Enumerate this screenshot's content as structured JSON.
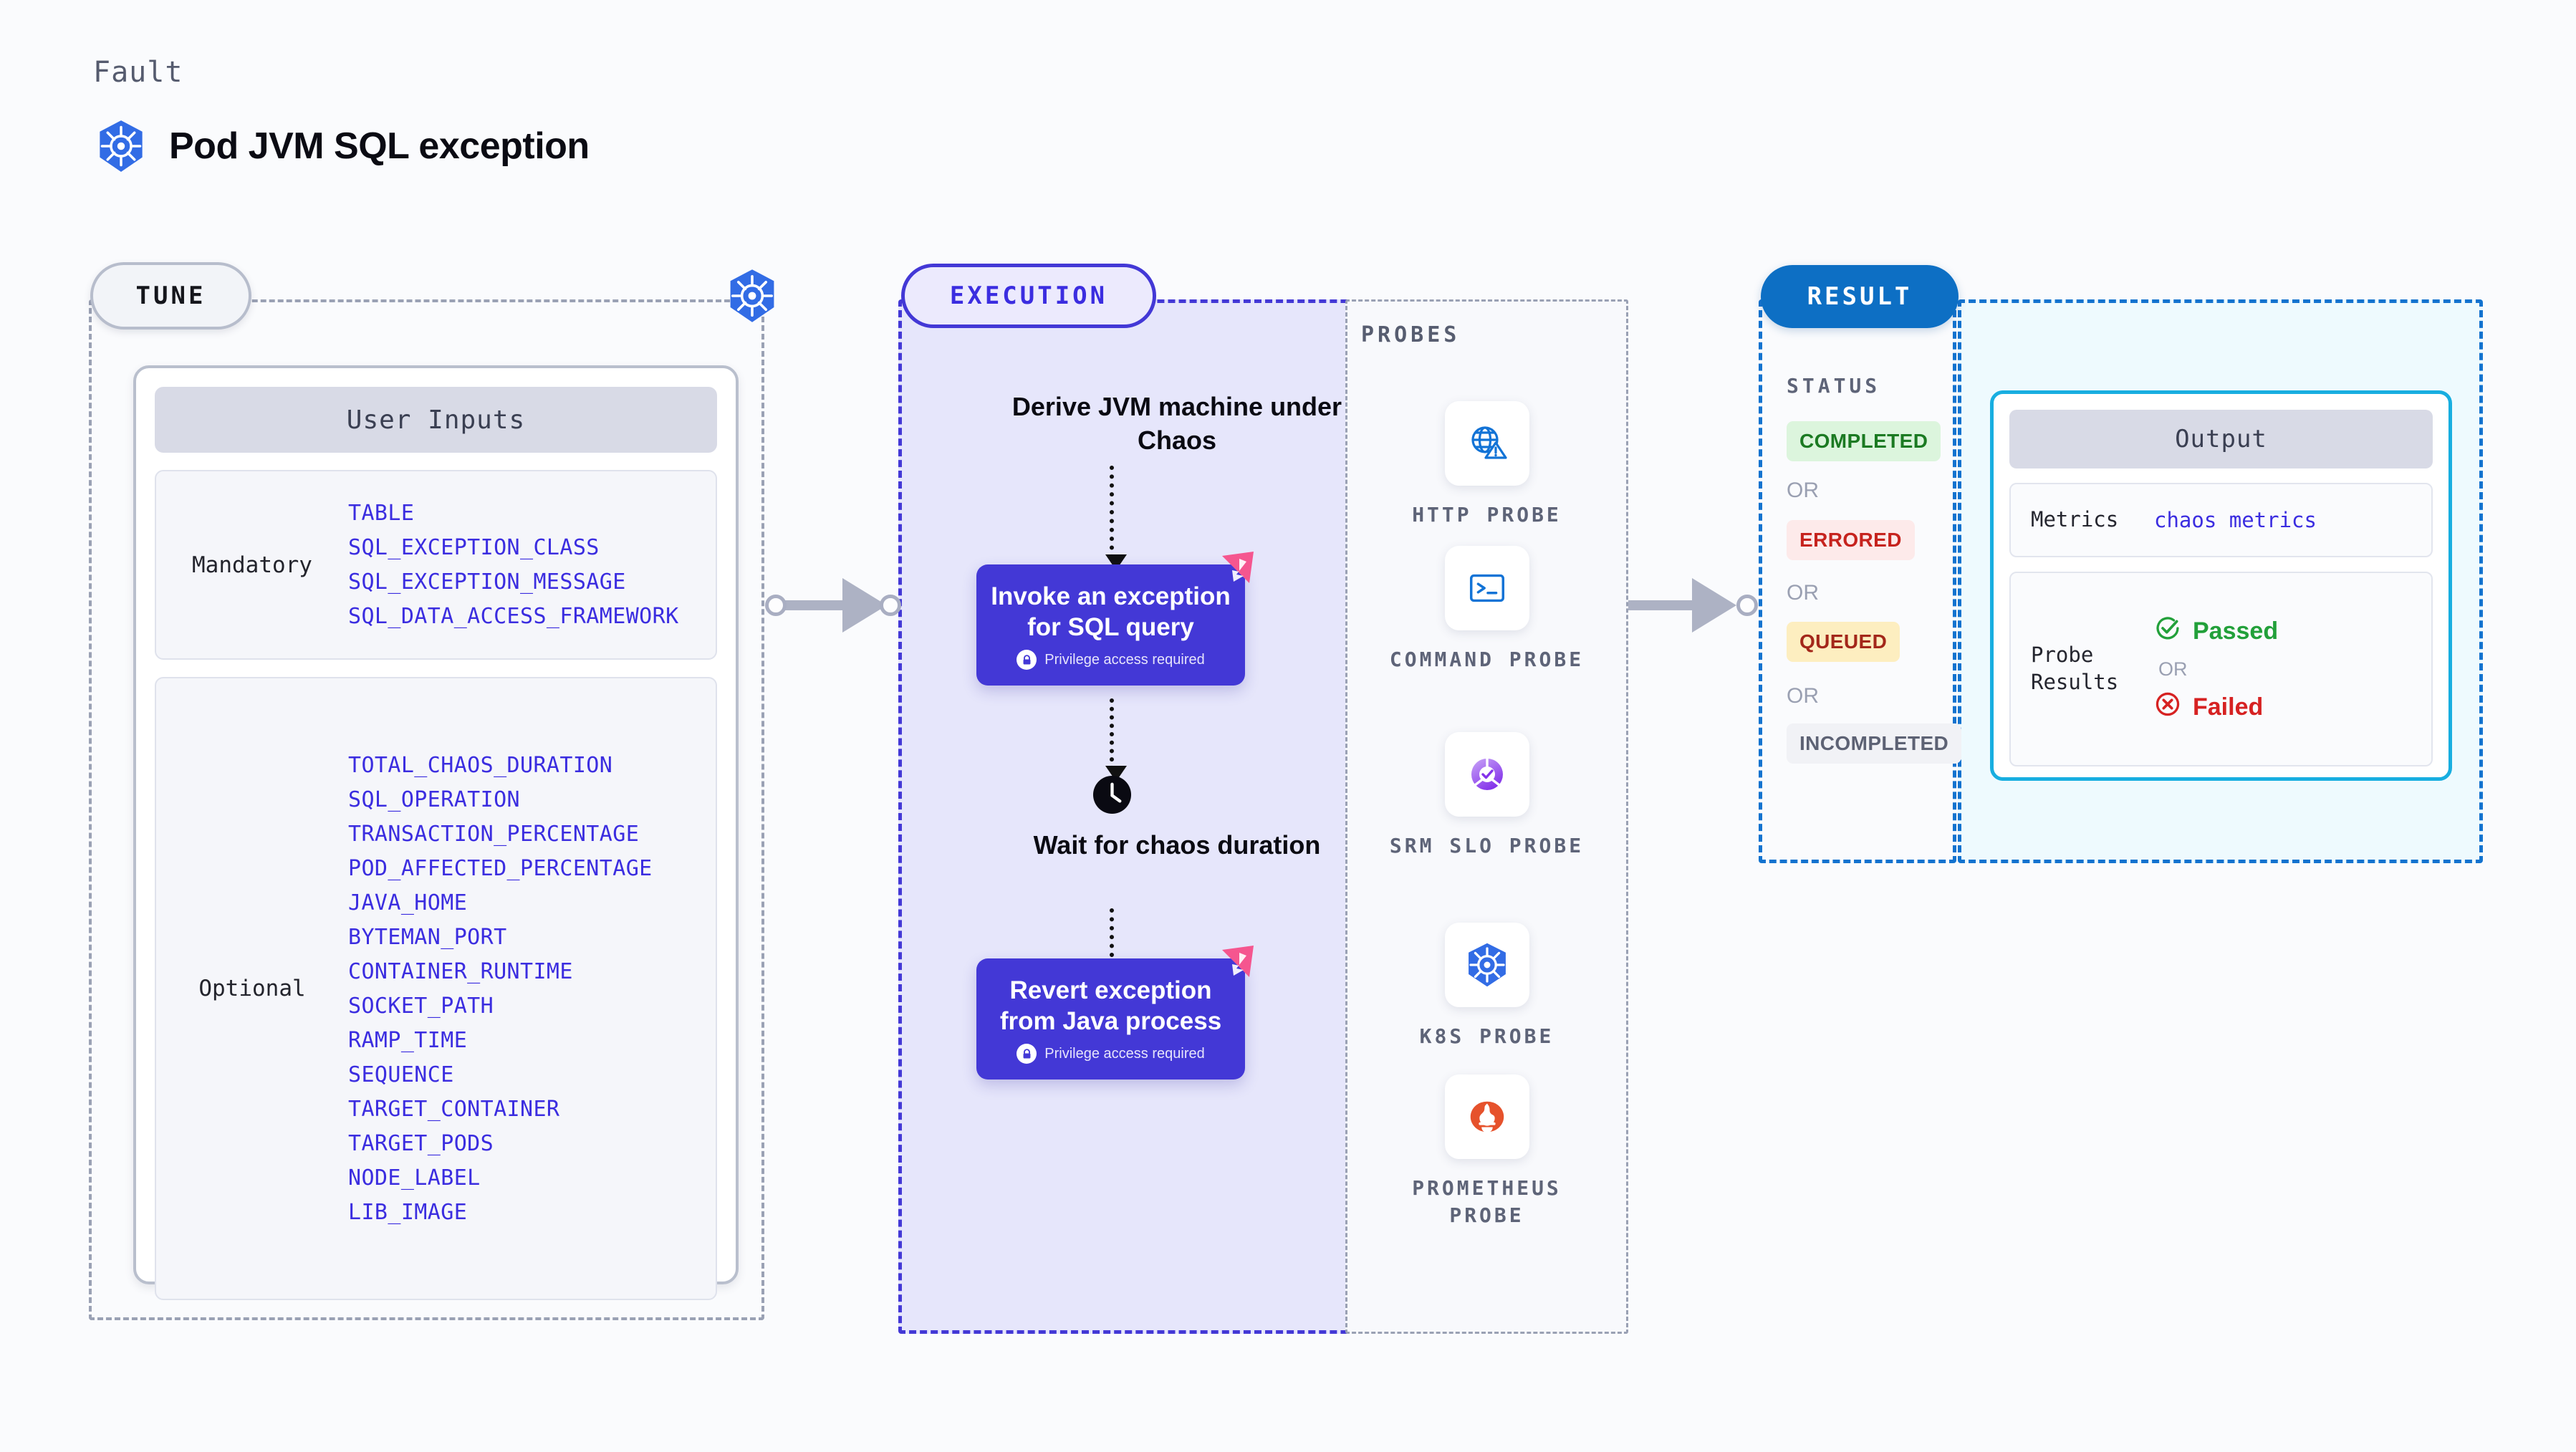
{
  "header": {
    "kicker": "Fault",
    "title": "Pod JVM SQL exception",
    "icon": "kubernetes-icon"
  },
  "tune": {
    "pill_label": "TUNE",
    "corner_icon": "kubernetes-icon",
    "card_title": "User Inputs",
    "groups": [
      {
        "label": "Mandatory",
        "items": [
          "TABLE",
          "SQL_EXCEPTION_CLASS",
          "SQL_EXCEPTION_MESSAGE",
          "SQL_DATA_ACCESS_FRAMEWORK"
        ]
      },
      {
        "label": "Optional",
        "items": [
          "TOTAL_CHAOS_DURATION",
          "SQL_OPERATION",
          "TRANSACTION_PERCENTAGE",
          "POD_AFFECTED_PERCENTAGE",
          "JAVA_HOME",
          "BYTEMAN_PORT",
          "CONTAINER_RUNTIME",
          "SOCKET_PATH",
          "RAMP_TIME",
          "SEQUENCE",
          "TARGET_CONTAINER",
          "TARGET_PODS",
          "NODE_LABEL",
          "LIB_IMAGE"
        ]
      }
    ]
  },
  "execution": {
    "pill_label": "EXECUTION",
    "step_1": "Derive JVM machine under Chaos",
    "step_2_title": "Invoke an exception for SQL query",
    "step_2_sub": "Privilege access required",
    "step_3": "Wait for chaos duration",
    "step_4_title": "Revert exception from Java process",
    "step_4_sub": "Privilege access required",
    "clock_icon": "clock-icon",
    "lock_icon": "lock-icon",
    "corner_badge_icon": "litmus-logo-icon"
  },
  "probes": {
    "label": "PROBES",
    "items": [
      {
        "label": "HTTP PROBE",
        "icon": "globe-warning-icon"
      },
      {
        "label": "COMMAND PROBE",
        "icon": "terminal-icon"
      },
      {
        "label": "SRM SLO PROBE",
        "icon": "srm-slo-icon"
      },
      {
        "label": "K8S PROBE",
        "icon": "kubernetes-icon"
      },
      {
        "label": "PROMETHEUS PROBE",
        "icon": "prometheus-icon"
      }
    ]
  },
  "result": {
    "pill_label": "RESULT",
    "status_label": "STATUS",
    "statuses": [
      {
        "label": "COMPLETED",
        "bg": "#dcf5dd",
        "fg": "#1b7a22"
      },
      {
        "label": "ERRORED",
        "bg": "#fdeaea",
        "fg": "#c6231e"
      },
      {
        "label": "QUEUED",
        "bg": "#fdeec0",
        "fg": "#a3271a"
      },
      {
        "label": "INCOMPLETED",
        "bg": "#f1f2f6",
        "fg": "#5d6274"
      }
    ],
    "or_label": "OR",
    "output": {
      "title": "Output",
      "metrics_label": "Metrics",
      "metrics_value": "chaos metrics",
      "probe_results_label": "Probe Results",
      "passed_label": "Passed",
      "failed_label": "Failed",
      "or_label": "OR",
      "passed_icon": "check-circle-icon",
      "failed_icon": "x-circle-icon"
    }
  },
  "colors": {
    "accent_purple": "#4338d6",
    "accent_blue": "#0d6fc4",
    "k8s_blue": "#326ce5",
    "litmus_pink": "#f5568f",
    "param_text": "#3b2de0",
    "probe_icon_blue": "#1273d6"
  }
}
